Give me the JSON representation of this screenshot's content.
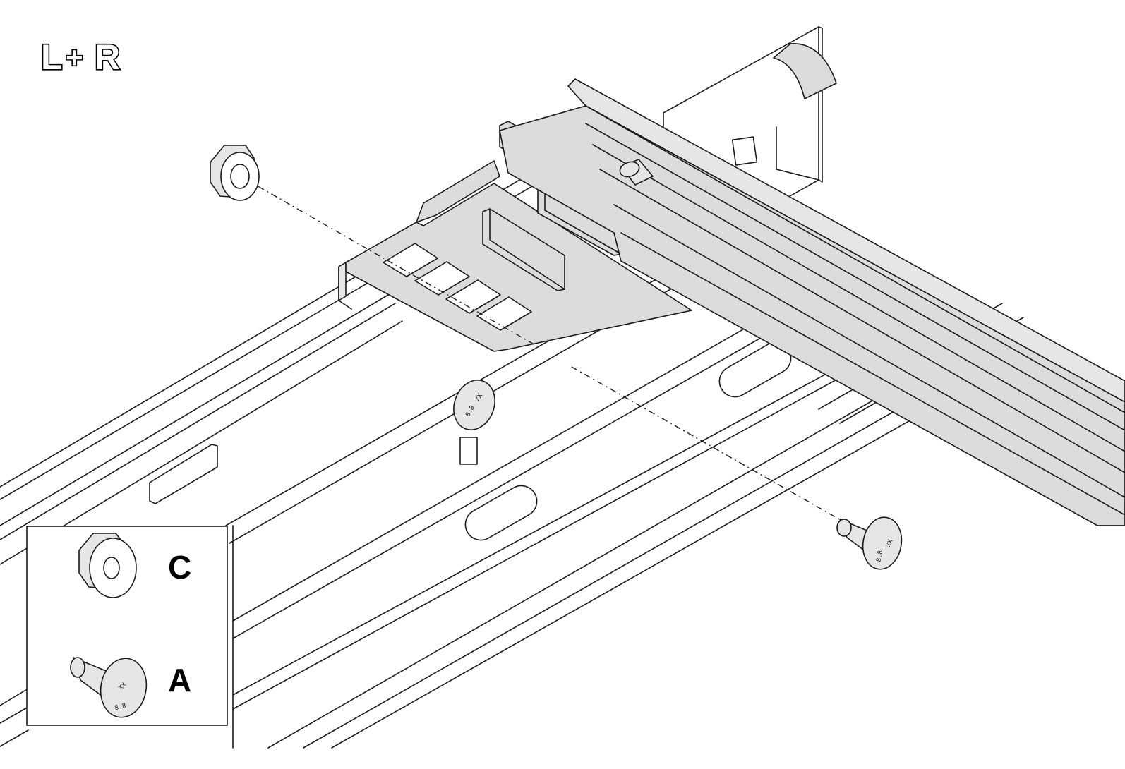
{
  "header": {
    "side_marker": {
      "left": "L",
      "plus": "+",
      "right": "R"
    }
  },
  "bolt_marking": {
    "logo": "XX",
    "grade": "8.8"
  },
  "parts_legend": {
    "items": [
      {
        "letter": "C",
        "icon": "flange-nut-icon"
      },
      {
        "letter": "A",
        "icon": "carriage-bolt-icon"
      }
    ]
  }
}
